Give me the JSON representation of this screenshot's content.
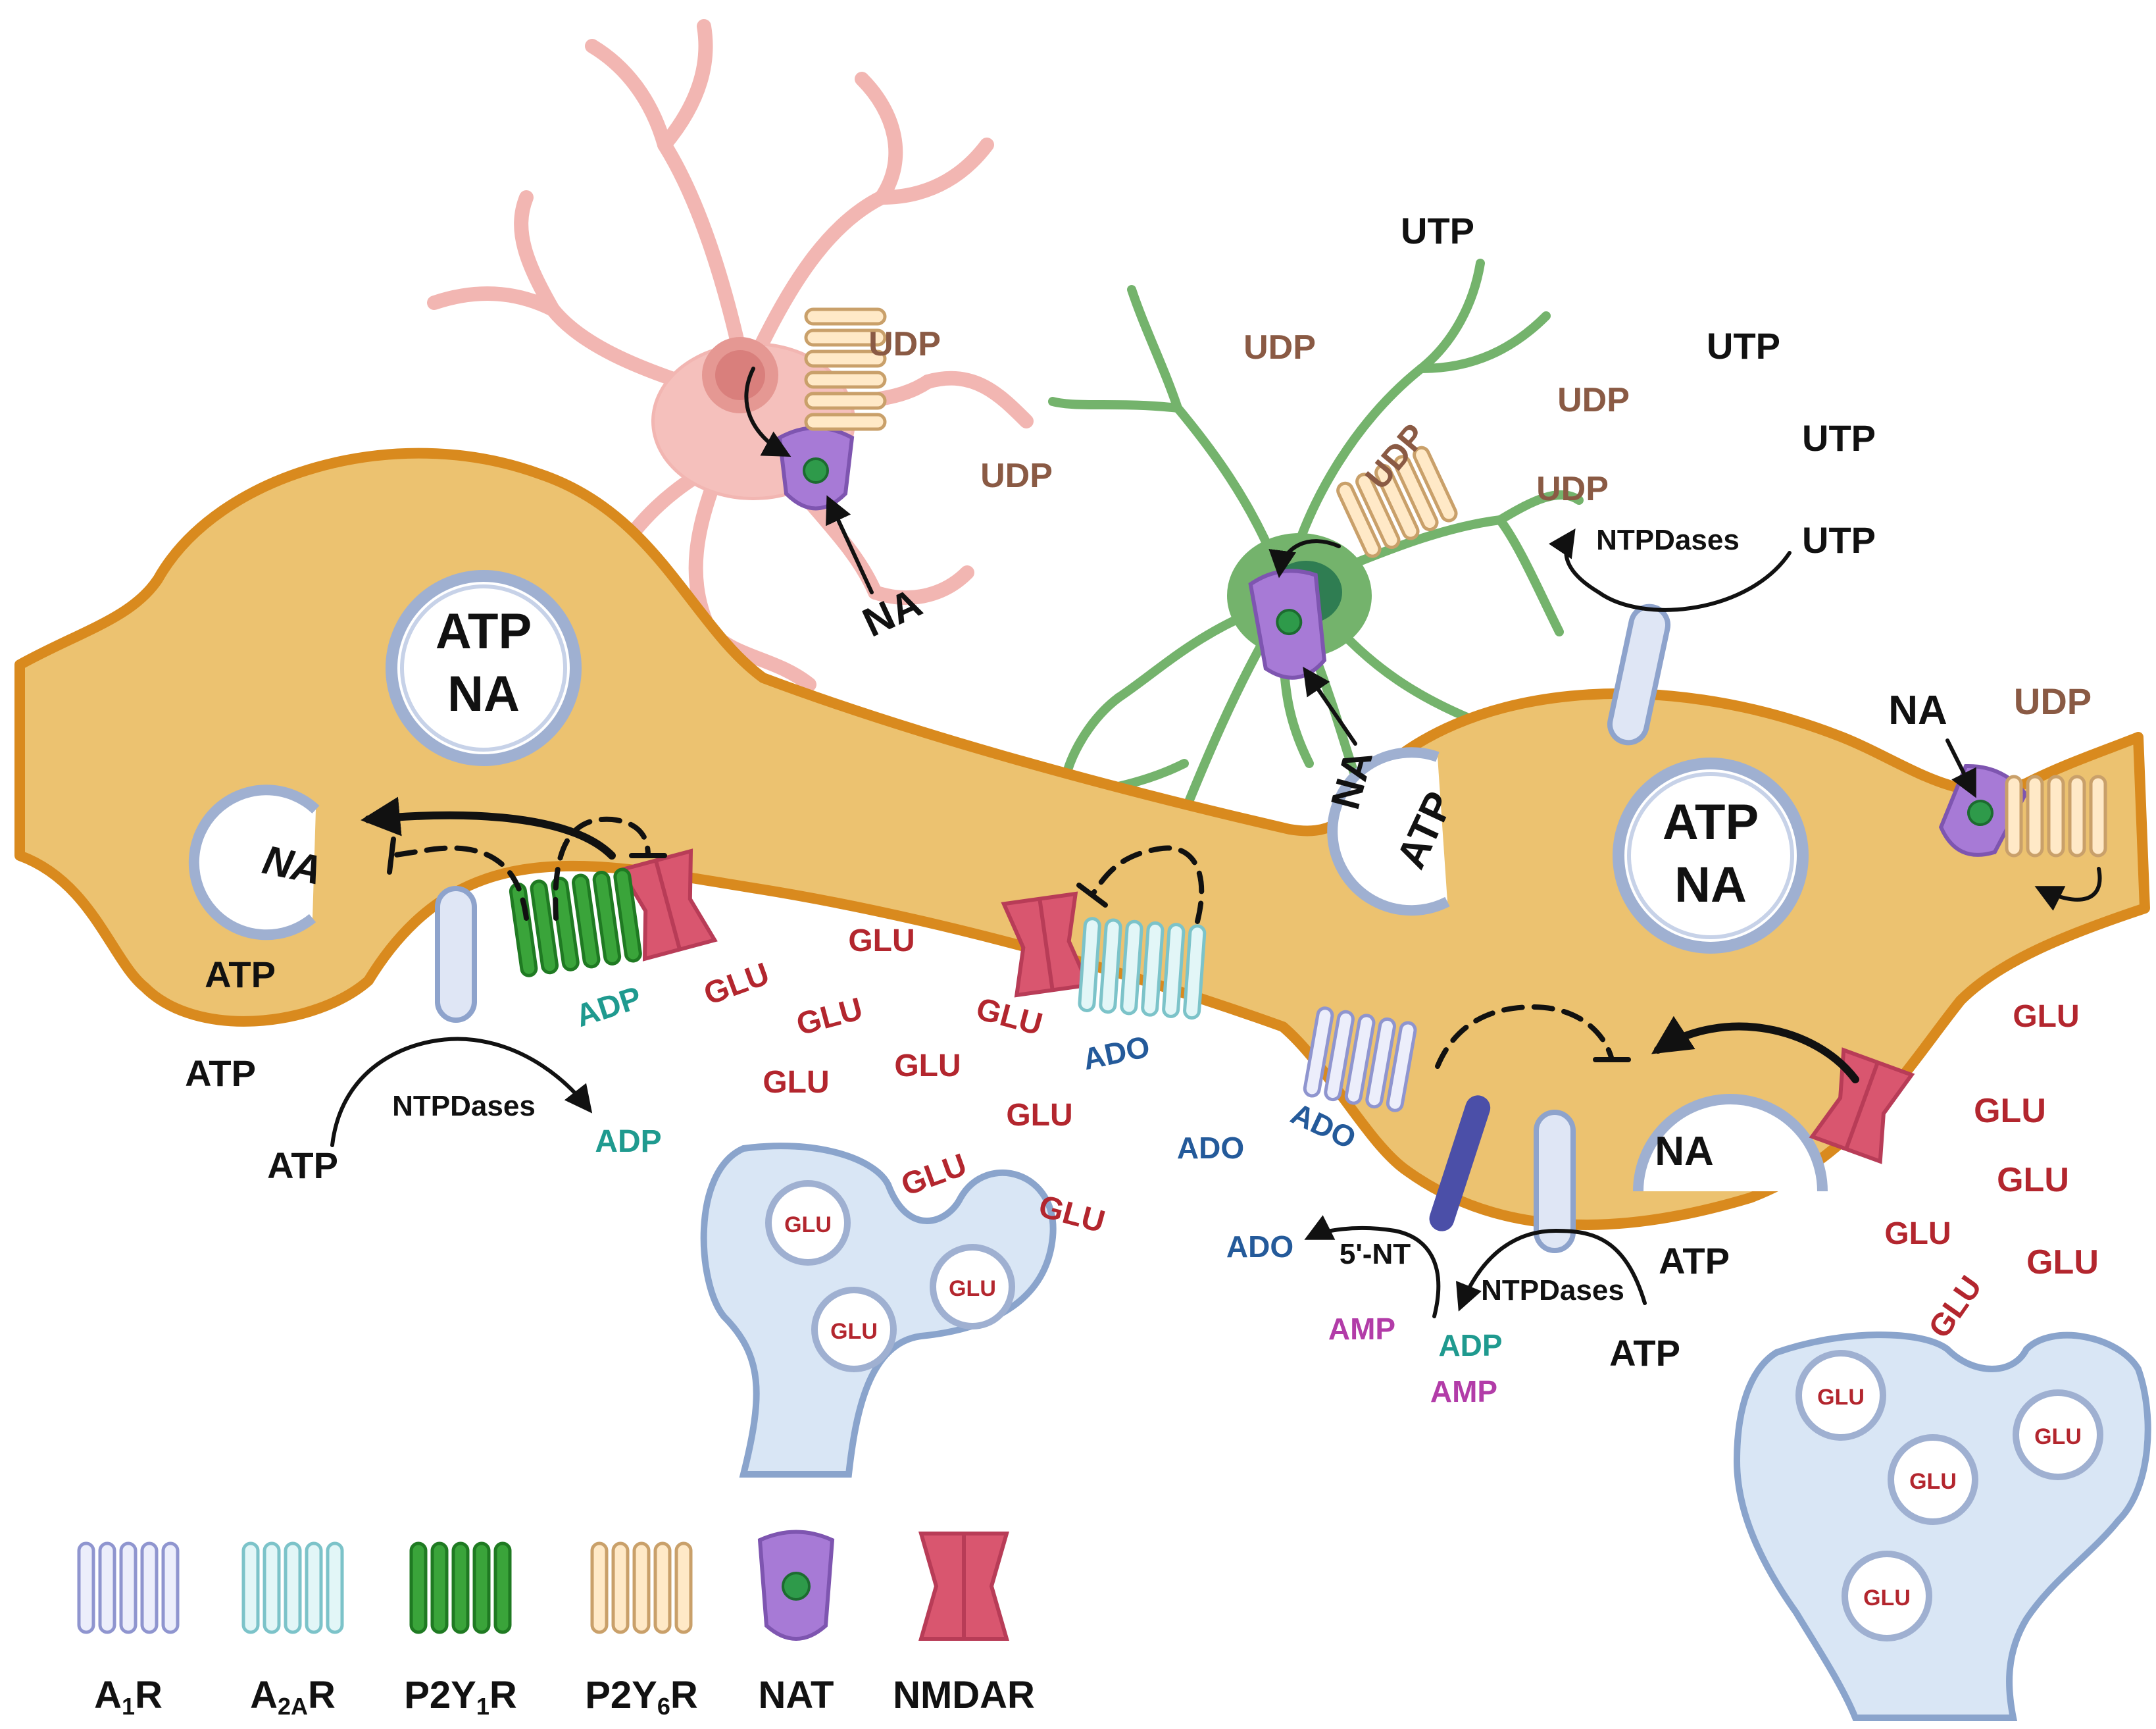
{
  "colors": {
    "axon_fill": "#ecc270",
    "axon_outline": "#d98a1e",
    "astrocyte": "#f2b6b2",
    "microglia": "#74b36c",
    "nat_purple": "#a77ad6",
    "nmdar_pink": "#d9566f",
    "p2y1_green": "#3aa43a",
    "p2y6_tan": "#e6c79a",
    "a1_lavender": "#b9bde6",
    "a2a_cyan": "#bfe6ea",
    "ntpdase_capsule": "#dfe6f5",
    "nt5_bar": "#4b4fa8",
    "postsynaptic": "#d9e6f5"
  },
  "labels": {
    "atp": "ATP",
    "na": "NA",
    "udp": "UDP",
    "utp": "UTP",
    "adp": "ADP",
    "ado": "ADO",
    "amp": "AMP",
    "glu": "GLU",
    "ntpdases": "NTPDases",
    "five_nt": "5'-NT"
  },
  "legend": [
    {
      "label": "A1R",
      "main": "A",
      "sub": "1",
      "tail": "R",
      "icon": "a1r-receptor-icon"
    },
    {
      "label": "A2AR",
      "main": "A",
      "sub": "2A",
      "tail": "R",
      "icon": "a2ar-receptor-icon"
    },
    {
      "label": "P2Y1R",
      "main": "P2Y",
      "sub": "1",
      "tail": "R",
      "icon": "p2y1r-receptor-icon"
    },
    {
      "label": "P2Y6R",
      "main": "P2Y",
      "sub": "6",
      "tail": "R",
      "icon": "p2y6r-receptor-icon"
    },
    {
      "label": "NAT",
      "main": "NAT",
      "sub": "",
      "tail": "",
      "icon": "nat-transporter-icon"
    },
    {
      "label": "NMDAR",
      "main": "NMDAR",
      "sub": "",
      "tail": "",
      "icon": "nmdar-channel-icon"
    }
  ]
}
